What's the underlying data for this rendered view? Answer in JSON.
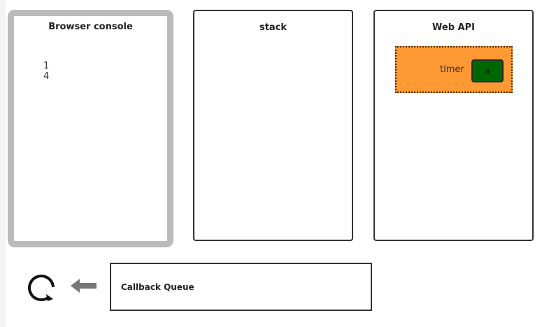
{
  "panels": {
    "console": {
      "title": "Browser console",
      "lines": [
        "1",
        "4"
      ]
    },
    "stack": {
      "title": "stack"
    },
    "webapi": {
      "title": "Web API",
      "timer": {
        "label": "timer",
        "chip": "a"
      }
    },
    "queue": {
      "title": "Callback Queue"
    }
  },
  "icons": {
    "loop": "event-loop-icon",
    "arrow": "arrow-left-icon"
  },
  "colors": {
    "console_border": "#bbbbbb",
    "timer_fill": "#ff9933",
    "timer_chip": "#006600",
    "arrow": "#777777"
  }
}
